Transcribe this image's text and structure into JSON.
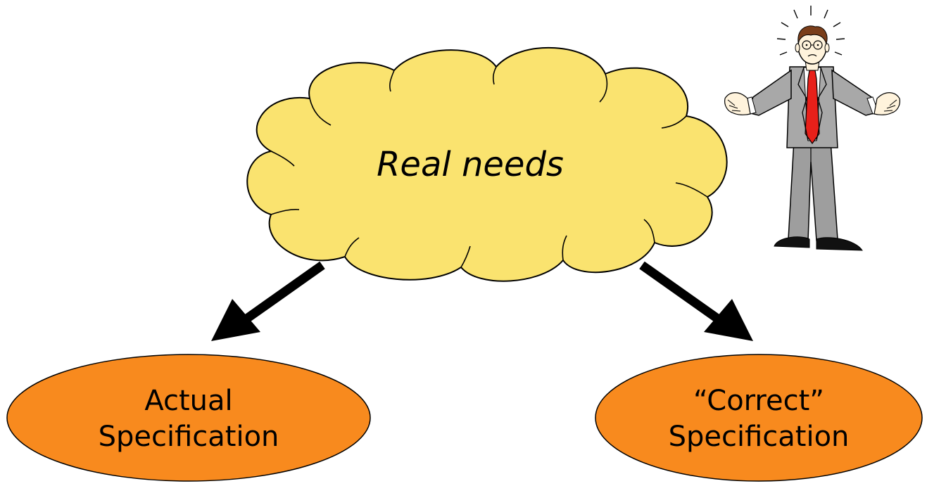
{
  "cloud": {
    "label": "Real needs",
    "fill": "#FAE36F"
  },
  "left_spec": {
    "line1": "Actual",
    "line2": "Specification",
    "fill": "#F88A1E"
  },
  "right_spec": {
    "line1": "“Correct”",
    "line2": "Specification",
    "fill": "#F88A1E"
  },
  "figure": {
    "icon": "confused-businessman-shrugging",
    "suit_color": "#9E9E9E",
    "tie_color": "#E8201A"
  }
}
